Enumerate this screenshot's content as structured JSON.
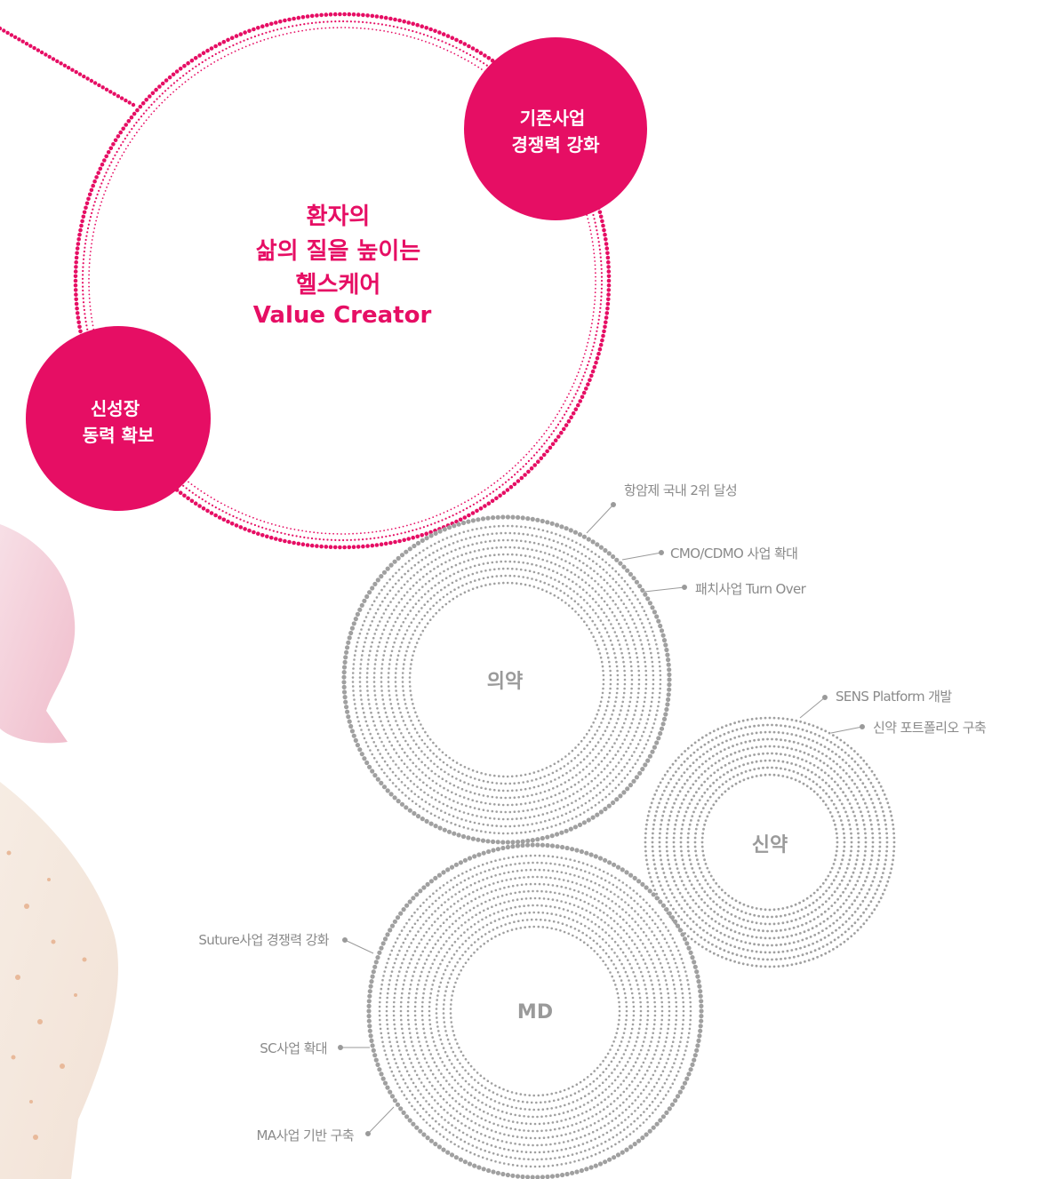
{
  "colors": {
    "accent": "#e60e64",
    "dots": "#a0a0a0",
    "callout_text": "#8a8a8a"
  },
  "vision": {
    "lines": [
      "환자의",
      "삶의 질을 높이는",
      "헬스케어",
      "Value Creator"
    ]
  },
  "pink_nodes": {
    "strengthen": {
      "lines": [
        "기존사업",
        "경쟁력 강화"
      ]
    },
    "growth": {
      "lines": [
        "신성장",
        "동력 확보"
      ]
    }
  },
  "segments": {
    "pharma": {
      "label": "의약",
      "callouts": [
        "항암제 국내 2위 달성",
        "CMO/CDMO 사업 확대",
        "패치사업 Turn Over"
      ]
    },
    "new_drug": {
      "label": "신약",
      "callouts": [
        "SENS Platform 개발",
        "신약 포트폴리오 구축"
      ]
    },
    "md": {
      "label": "MD",
      "callouts": [
        "Suture사업 경쟁력 강화",
        "SC사업 확대",
        "MA사업 기반 구축"
      ]
    }
  }
}
